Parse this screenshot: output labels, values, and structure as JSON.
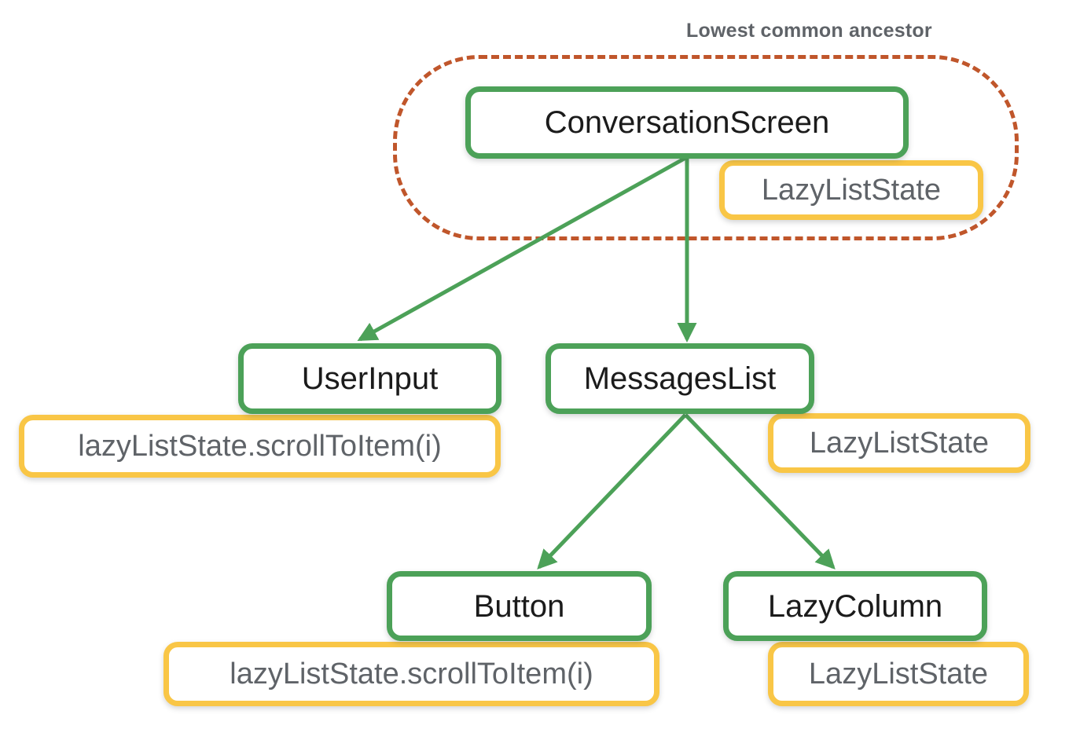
{
  "diagram": {
    "title_label": "Lowest common ancestor",
    "colors": {
      "composable_border": "#4CA158",
      "state_border": "#F9C646",
      "lca_dashed": "#C0562B",
      "label_text": "#5F6368",
      "node_text": "#1b1b1b",
      "background": "#ffffff"
    },
    "nodes": [
      {
        "id": "conversation-screen",
        "label": "ConversationScreen",
        "type": "composable"
      },
      {
        "id": "lazyliststate-root",
        "label": "LazyListState",
        "type": "state"
      },
      {
        "id": "user-input",
        "label": "UserInput",
        "type": "composable"
      },
      {
        "id": "scrolltoitem-userinput",
        "label": "lazyListState.scrollToItem(i)",
        "type": "state"
      },
      {
        "id": "messages-list",
        "label": "MessagesList",
        "type": "composable"
      },
      {
        "id": "lazyliststate-messageslist",
        "label": "LazyListState",
        "type": "state"
      },
      {
        "id": "button",
        "label": "Button",
        "type": "composable"
      },
      {
        "id": "scrolltoitem-button",
        "label": "lazyListState.scrollToItem(i)",
        "type": "state"
      },
      {
        "id": "lazy-column",
        "label": "LazyColumn",
        "type": "composable"
      },
      {
        "id": "lazyliststate-lazycolumn",
        "label": "LazyListState",
        "type": "state"
      }
    ],
    "edges": [
      {
        "from": "conversation-screen",
        "to": "user-input"
      },
      {
        "from": "conversation-screen",
        "to": "messages-list"
      },
      {
        "from": "messages-list",
        "to": "button"
      },
      {
        "from": "messages-list",
        "to": "lazy-column"
      }
    ],
    "lca_contains": [
      "conversation-screen",
      "lazyliststate-root"
    ]
  }
}
